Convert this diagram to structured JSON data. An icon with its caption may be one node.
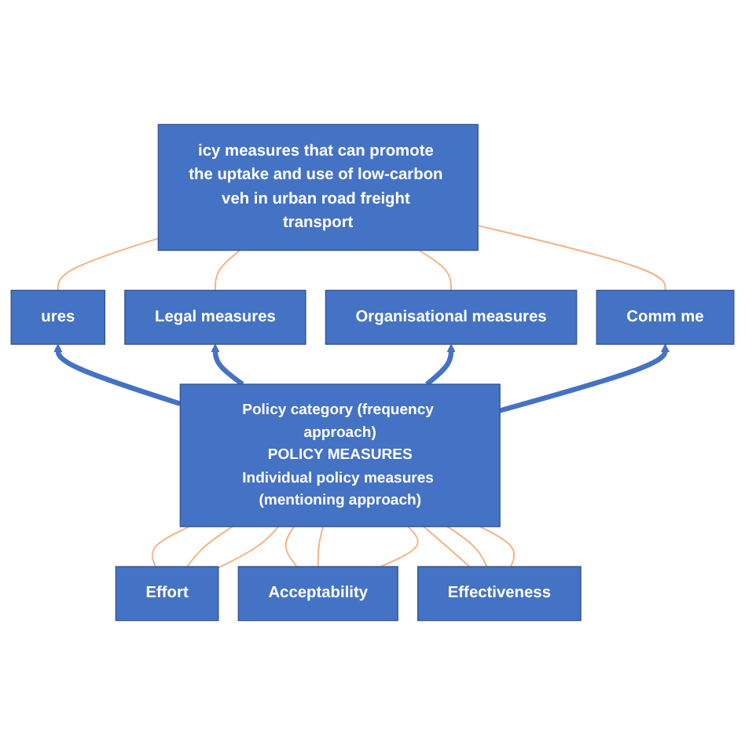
{
  "diagram": {
    "nodes": [
      {
        "text": [
          "icy measures that can promote the uptake and use of low-carbon veh in urban road freight transport"
        ]
      },
      {
        "text": [
          "ures"
        ]
      },
      {
        "text": [
          "Legal measures"
        ]
      },
      {
        "text": [
          "Organisational measures"
        ]
      },
      {
        "text": [
          "Comm me"
        ]
      },
      {
        "text": [
          "Policy category (frequency approach)",
          "POLICY MEASURES",
          "Individual policy measures (mentioning approach)"
        ]
      },
      {
        "text": [
          "Effort"
        ]
      },
      {
        "text": [
          "Acceptability"
        ]
      },
      {
        "text": [
          "Effectiveness"
        ]
      }
    ],
    "edges": [
      {
        "from": 0,
        "to": 1,
        "arrow": "none"
      },
      {
        "from": 0,
        "to": 2,
        "arrow": "none"
      },
      {
        "from": 0,
        "to": 3,
        "arrow": "none"
      },
      {
        "from": 0,
        "to": 4,
        "arrow": "none"
      },
      {
        "from": 5,
        "to": 1,
        "arrow": "to",
        "style": "thick",
        "color": "#4472c4"
      },
      {
        "from": 5,
        "to": 2,
        "arrow": "to",
        "style": "thick",
        "color": "#4472c4"
      },
      {
        "from": 5,
        "to": 3,
        "arrow": "to",
        "style": "thick",
        "color": "#4472c4"
      },
      {
        "from": 5,
        "to": 4,
        "arrow": "to",
        "style": "thick",
        "color": "#4472c4"
      },
      {
        "from": 5,
        "to": 6,
        "arrow": "none"
      },
      {
        "from": 5,
        "to": 6,
        "arrow": "none"
      },
      {
        "from": 5,
        "to": 6,
        "arrow": "none"
      },
      {
        "from": 5,
        "to": 7,
        "arrow": "none"
      },
      {
        "from": 5,
        "to": 7,
        "arrow": "none"
      },
      {
        "from": 5,
        "to": 7,
        "arrow": "none"
      },
      {
        "from": 5,
        "to": 8,
        "arrow": "none"
      },
      {
        "from": 5,
        "to": 8,
        "arrow": "none"
      },
      {
        "from": 5,
        "to": 8,
        "arrow": "none"
      }
    ]
  }
}
